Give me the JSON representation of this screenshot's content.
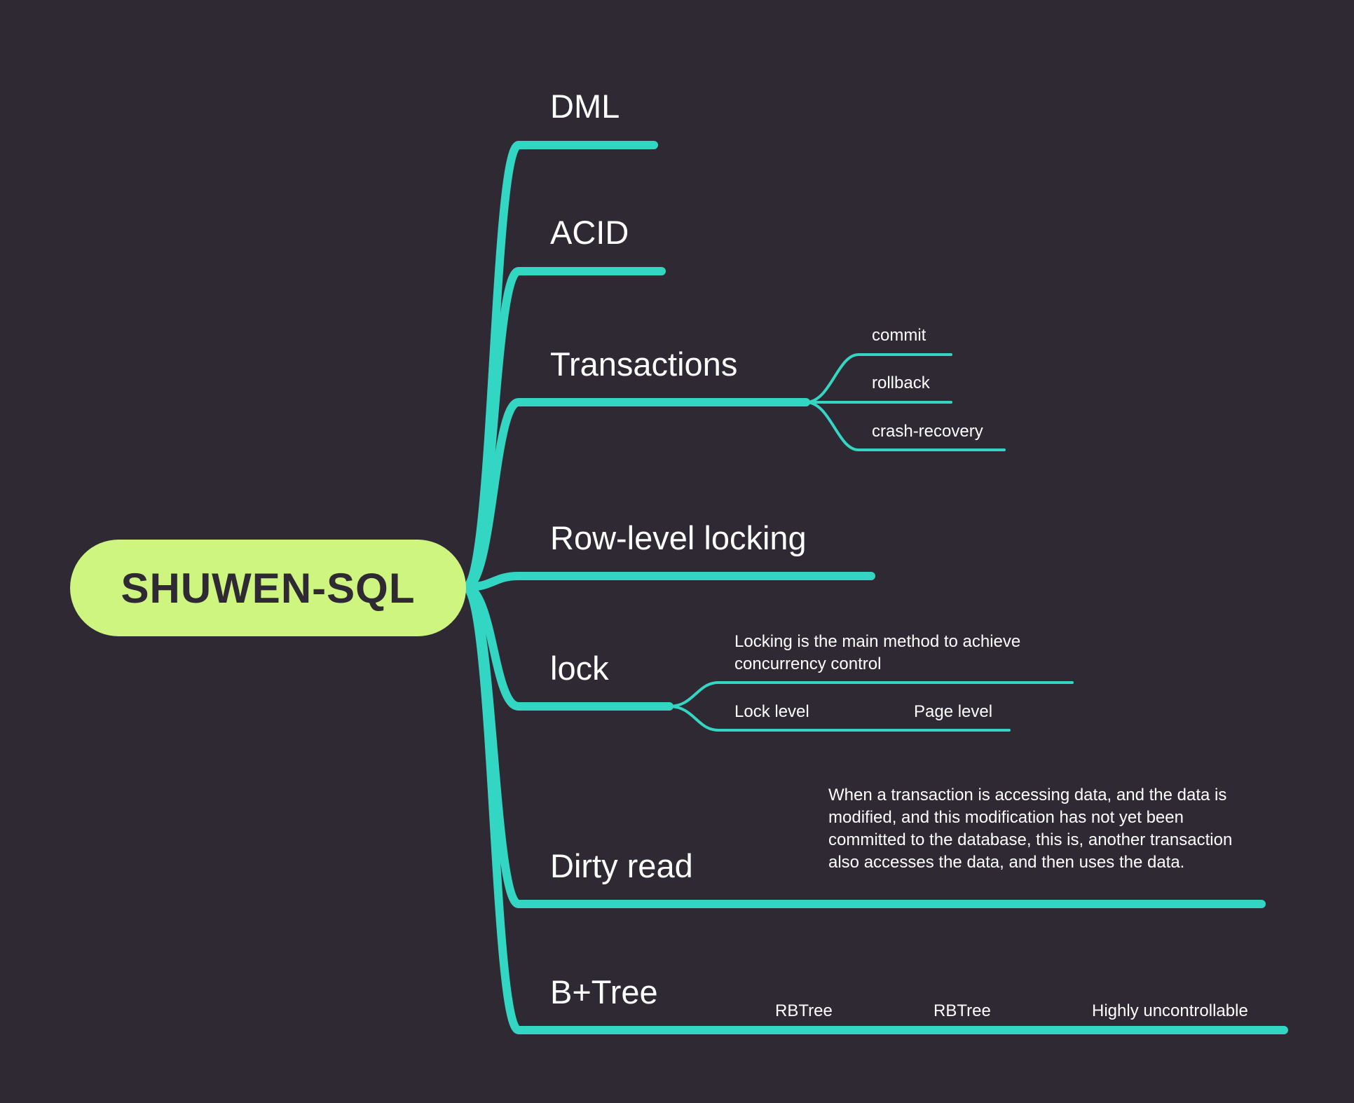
{
  "colors": {
    "background": "#2e2933",
    "root_fill": "#cdf580",
    "root_text": "#2e2933",
    "branch": "#33d6c2",
    "text": "#ffffff"
  },
  "root": {
    "label": "SHUWEN-SQL"
  },
  "branches": [
    {
      "label": "DML",
      "children": []
    },
    {
      "label": "ACID",
      "children": []
    },
    {
      "label": "Transactions",
      "children": [
        {
          "label": "commit"
        },
        {
          "label": "rollback"
        },
        {
          "label": "crash-recovery"
        }
      ]
    },
    {
      "label": "Row-level locking",
      "children": []
    },
    {
      "label": "lock",
      "children": [
        {
          "label": "Locking is the main method to achieve concurrency control"
        },
        {
          "label": "Lock level",
          "children": [
            {
              "label": "Page level"
            }
          ]
        }
      ]
    },
    {
      "label": "Dirty read",
      "children": [
        {
          "label": "When a transaction is accessing data, and the data is modified, and this modification has not yet been committed to the database, this is, another transaction also accesses the data, and then uses the data."
        }
      ]
    },
    {
      "label": "B+Tree",
      "children": [
        {
          "label": "RBTree",
          "children": [
            {
              "label": "RBTree",
              "children": [
                {
                  "label": "Highly uncontrollable"
                }
              ]
            }
          ]
        }
      ]
    }
  ]
}
